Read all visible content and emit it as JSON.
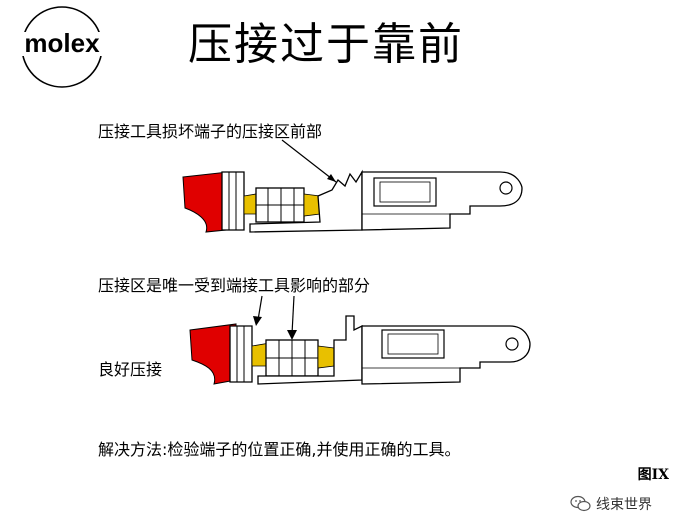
{
  "logo": {
    "text": "molex"
  },
  "title": "压接过于靠前",
  "captions": {
    "top": "压接工具损坏端子的压接区前部",
    "middle": "压接区是唯一受到端接工具影响的部分",
    "side_label": "良好压接",
    "solution": "解决方法:检验端子的位置正确,并使用正确的工具。"
  },
  "figure_label": "图IX",
  "watermark": {
    "text": "线束世界",
    "icon": "wechat-icon"
  },
  "colors": {
    "insulation": "#e00000",
    "wire": "#e8c000",
    "line": "#000000"
  }
}
